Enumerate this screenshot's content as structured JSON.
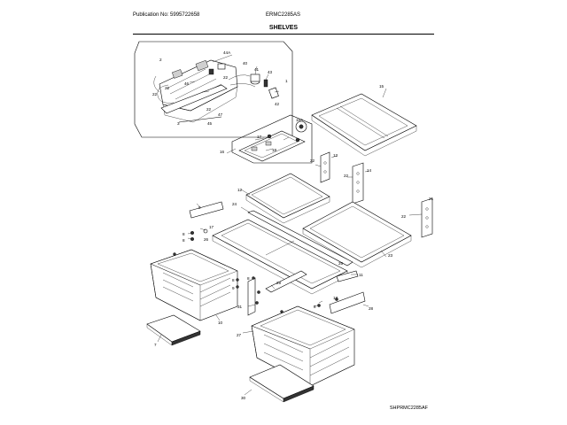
{
  "header": {
    "publication": "Publication No: 5995722658",
    "model": "ERMC2285AS",
    "title": "SHELVES",
    "diagram_code": "SHPRMC2285AF"
  },
  "callouts": {
    "c2": "2",
    "c22a": "22",
    "c3": "3",
    "c40": "40",
    "c41": "41",
    "c42": "42",
    "c43": "43",
    "c44a": "44A",
    "c45": "45",
    "c46": "46",
    "c47": "47",
    "c22b": "22",
    "c22c": "22",
    "c22d": "22",
    "c1": "1",
    "c15": "15",
    "c16a": "16A",
    "c16": "16",
    "c17a": "17",
    "c18": "18",
    "c13": "13",
    "c22e": "22",
    "c14": "14",
    "c22f": "22",
    "c12": "12",
    "c24": "24",
    "c21": "21",
    "c22g": "22",
    "c23": "23",
    "c8a": "8",
    "c8b": "8",
    "c17b": "17",
    "c26": "26",
    "c25": "25",
    "c9": "9",
    "c11": "11",
    "c10": "10",
    "c8c": "8",
    "c9b": "9",
    "c8d": "8",
    "c31": "31",
    "c29": "29",
    "c17c": "17",
    "c8e": "8",
    "c28": "28",
    "c7": "7",
    "c27": "27",
    "c30": "30"
  }
}
